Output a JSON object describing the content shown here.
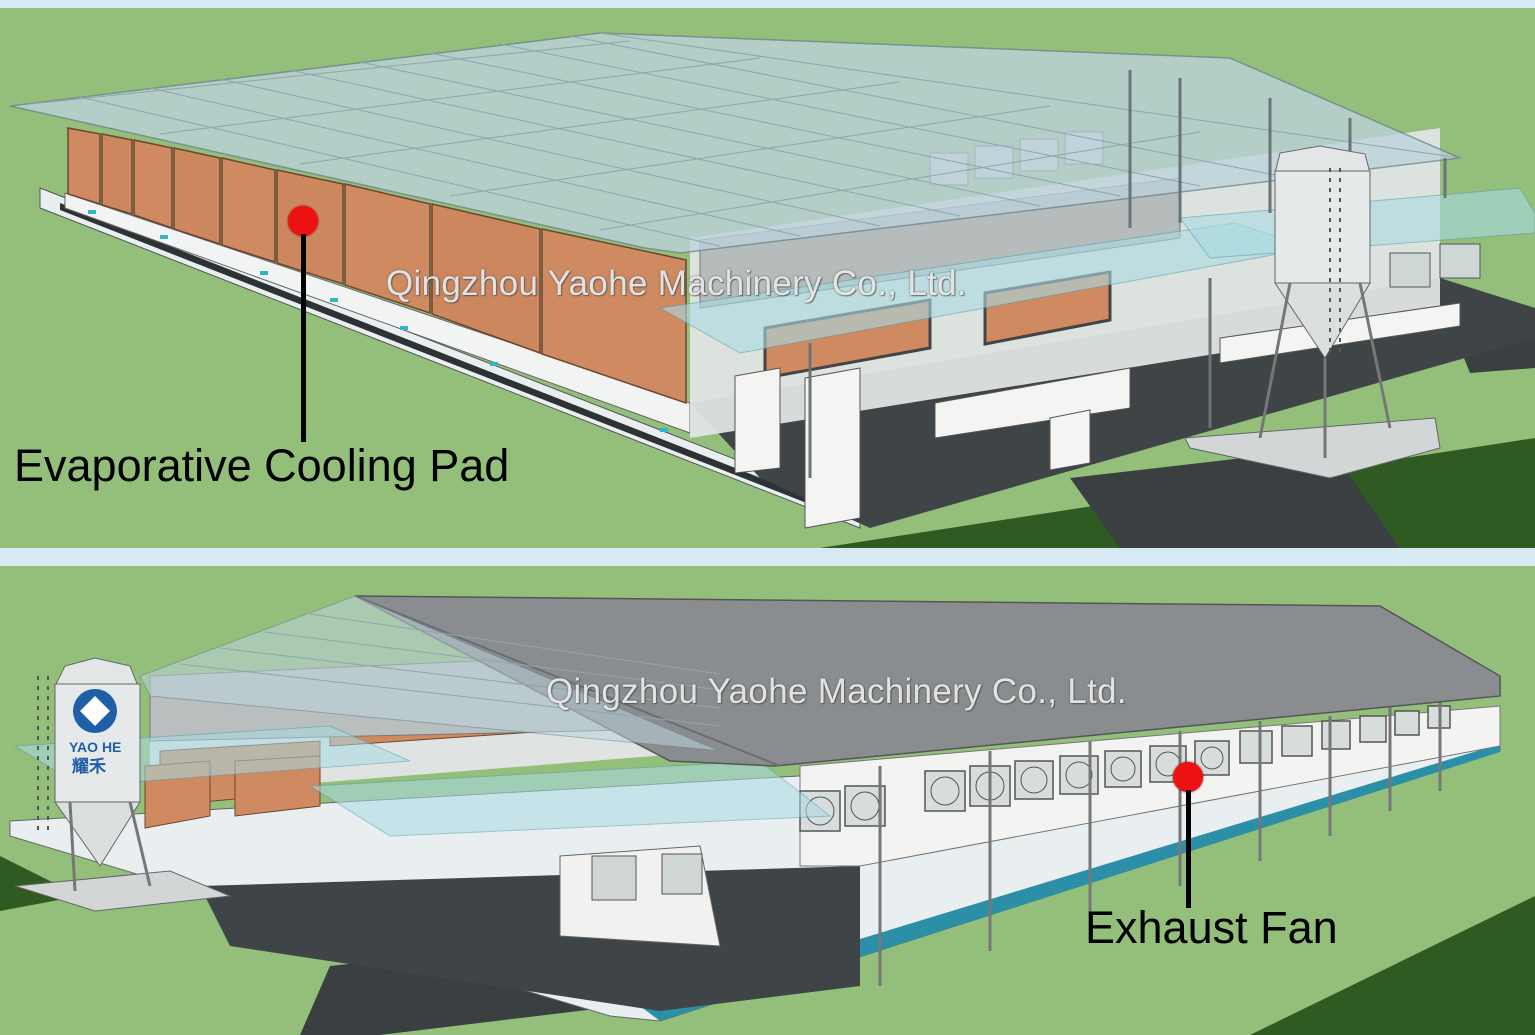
{
  "company": {
    "watermark": "Qingzhou Yaohe Machinery Co., Ltd."
  },
  "panels": {
    "top": {
      "callout": {
        "label": "Evaporative Cooling Pad"
      }
    },
    "bottom": {
      "callout": {
        "label": "Exhaust Fan"
      },
      "silo": {
        "brand": "YAO HE",
        "brand_cn": "耀禾"
      }
    }
  },
  "colors": {
    "grass": "#93bf7b",
    "cooling_pad": "#cf8a62",
    "roof_glass": "#bcd3dc",
    "roof_solid": "#8a8d8f",
    "floor": "#3f4446",
    "water_channel": "#2b8fa8",
    "marker": "#ee1111"
  }
}
